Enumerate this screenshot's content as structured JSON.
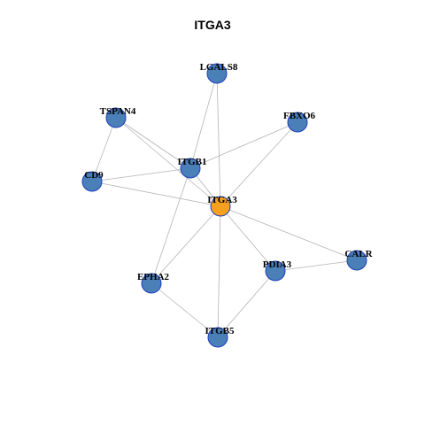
{
  "graph": {
    "title": "ITGA3",
    "colors": {
      "hub_fill": "#f5a01e",
      "node_fill": "#4a7fb8",
      "node_stroke": "#1f3fbf",
      "edge": "#b3b3b3"
    },
    "nodes": [
      {
        "id": "ITGA3",
        "label": "ITGA3",
        "hub": true
      },
      {
        "id": "LGALS8",
        "label": "LGALS8"
      },
      {
        "id": "TSPAN4",
        "label": "TSPAN4"
      },
      {
        "id": "FBXO6",
        "label": "FBXO6"
      },
      {
        "id": "ITGB1",
        "label": "ITGB1"
      },
      {
        "id": "CD9",
        "label": "CD9"
      },
      {
        "id": "CALR",
        "label": "CALR"
      },
      {
        "id": "PDIA3",
        "label": "PDIA3"
      },
      {
        "id": "EPHA2",
        "label": "EPHA2"
      },
      {
        "id": "ITGB5",
        "label": "ITGB5"
      }
    ],
    "edges": [
      [
        "ITGA3",
        "LGALS8"
      ],
      [
        "ITGA3",
        "TSPAN4"
      ],
      [
        "ITGA3",
        "FBXO6"
      ],
      [
        "ITGA3",
        "ITGB1"
      ],
      [
        "ITGA3",
        "CD9"
      ],
      [
        "ITGA3",
        "CALR"
      ],
      [
        "ITGA3",
        "PDIA3"
      ],
      [
        "ITGA3",
        "EPHA2"
      ],
      [
        "ITGA3",
        "ITGB5"
      ],
      [
        "TSPAN4",
        "CD9"
      ],
      [
        "TSPAN4",
        "ITGB1"
      ],
      [
        "ITGB1",
        "LGALS8"
      ],
      [
        "ITGB1",
        "FBXO6"
      ],
      [
        "ITGB1",
        "CD9"
      ],
      [
        "ITGB1",
        "EPHA2"
      ],
      [
        "PDIA3",
        "CALR"
      ],
      [
        "PDIA3",
        "ITGB5"
      ],
      [
        "EPHA2",
        "ITGB5"
      ]
    ]
  }
}
